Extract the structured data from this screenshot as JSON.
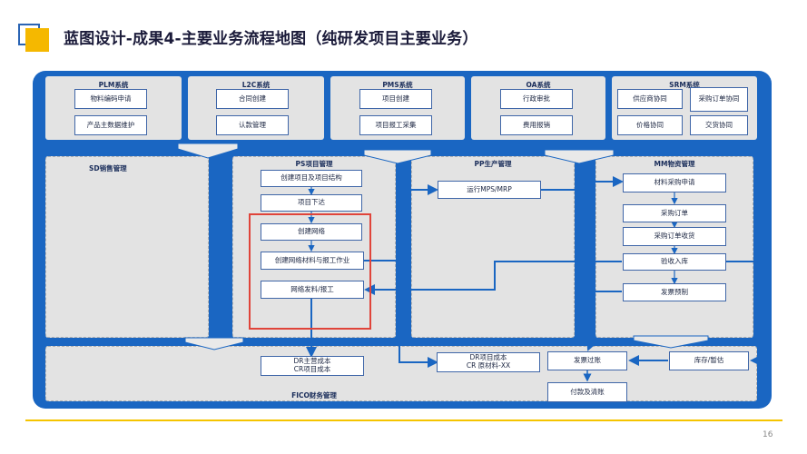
{
  "title": "蓝图设计-成果4-主要业务流程地图（纯研发项目主要业务）",
  "page_number": "16",
  "colors": {
    "frame_blue": "#1a66c2",
    "accent_yellow": "#f5b800",
    "highlight_red": "#e0443a"
  },
  "systems": [
    {
      "label": "PLM系统",
      "items": [
        "物料编码申请",
        "产品主数据维护"
      ]
    },
    {
      "label": "L2C系统",
      "items": [
        "合同创建",
        "认款管理"
      ]
    },
    {
      "label": "PMS系统",
      "items": [
        "项目创建",
        "项目报工采集"
      ]
    },
    {
      "label": "OA系统",
      "items": [
        "行政审批",
        "费用报销"
      ]
    },
    {
      "label": "SRM系统",
      "items": [
        "供应商协同",
        "采购订单协同",
        "价格协同",
        "交货协同"
      ]
    }
  ],
  "modules": {
    "sd": "SD销售管理",
    "ps": {
      "label": "PS项目管理",
      "items": [
        "创建项目及项目结构",
        "项目下达",
        "创建网络",
        "创建网络材料与报工作业",
        "网络发料/报工"
      ]
    },
    "pp": {
      "label": "PP生产管理",
      "items": [
        "运行MPS/MRP"
      ]
    },
    "mm": {
      "label": "MM物资管理",
      "items": [
        "材料采购申请",
        "采购订单",
        "采购订单收货",
        "验收入库",
        "发票预制"
      ]
    },
    "fico": {
      "label": "FICO财务管理",
      "items": [
        "DR主营成本\nCR项目成本",
        "DR项目成本\nCR 原材料-XX",
        "发票过账",
        "库存/暂估",
        "付款及清账"
      ]
    }
  }
}
